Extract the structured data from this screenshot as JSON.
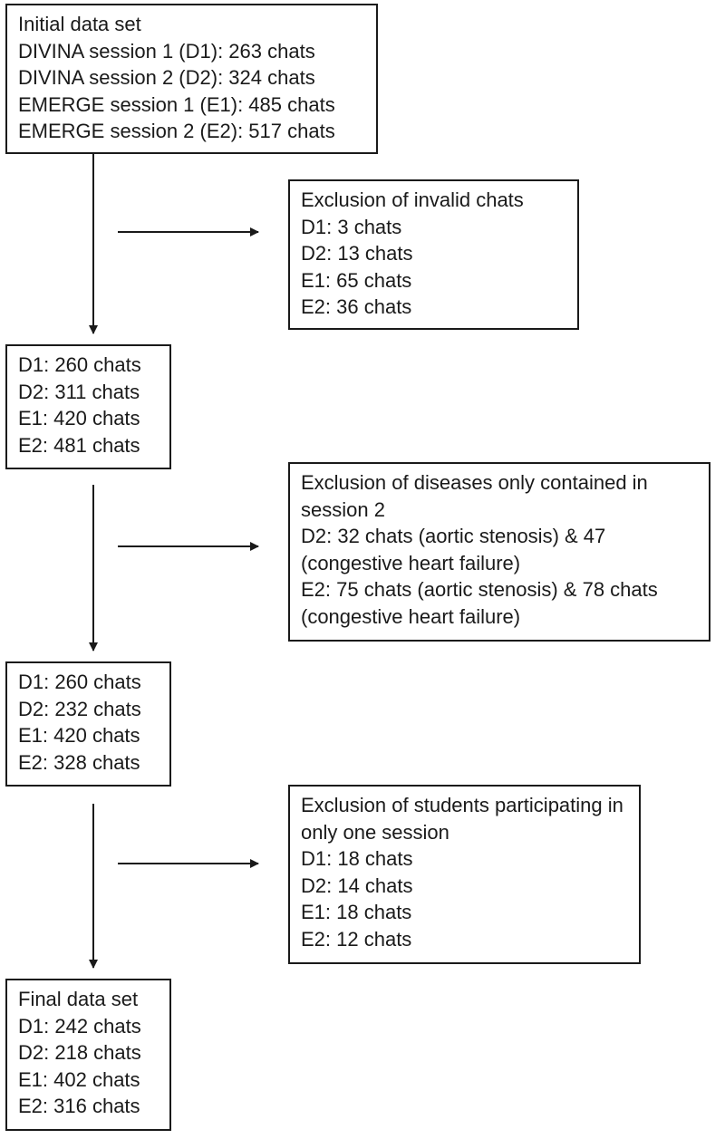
{
  "boxes": {
    "initial": {
      "lines": [
        "Initial data set",
        "DIVINA session 1 (D1): 263 chats",
        "DIVINA session 2 (D2): 324 chats",
        "EMERGE session 1 (E1): 485 chats",
        "EMERGE session 2 (E2): 517 chats"
      ]
    },
    "exclusion_invalid": {
      "lines": [
        "Exclusion of invalid chats",
        "D1: 3 chats",
        "D2: 13 chats",
        "E1: 65 chats",
        "E2: 36 chats"
      ]
    },
    "after_invalid": {
      "lines": [
        "D1: 260 chats",
        "D2: 311 chats",
        "E1: 420 chats",
        "E2: 481 chats"
      ]
    },
    "exclusion_diseases": {
      "lines": [
        "Exclusion of diseases only contained in session 2",
        "D2: 32 chats (aortic stenosis) & 47 (congestive heart failure)",
        "E2: 75 chats (aortic stenosis) & 78 chats (congestive heart failure)"
      ]
    },
    "after_diseases": {
      "lines": [
        "D1: 260 chats",
        "D2: 232 chats",
        "E1: 420 chats",
        "E2: 328 chats"
      ]
    },
    "exclusion_students": {
      "lines": [
        "Exclusion of students participating in only one session",
        "D1: 18 chats",
        "D2: 14 chats",
        "E1: 18 chats",
        "E2: 12 chats"
      ]
    },
    "final": {
      "lines": [
        "Final data set",
        "D1: 242 chats",
        "D2: 218 chats",
        "E1: 402 chats",
        "E2: 316 chats"
      ]
    }
  }
}
